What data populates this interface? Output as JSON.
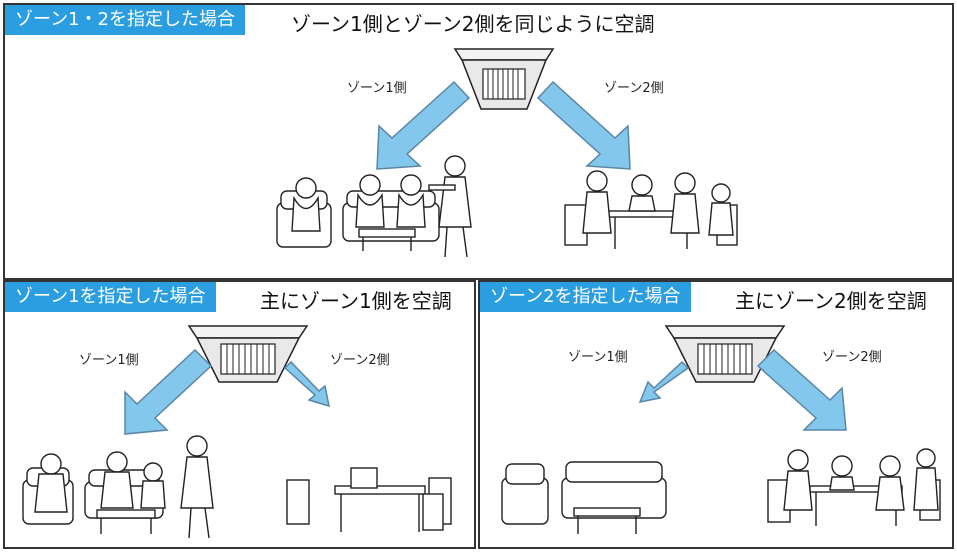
{
  "colors": {
    "accent": "#2a9ee0",
    "arrow": "#84c7ec",
    "arrow_stroke": "#5a86a5",
    "border": "#333333"
  },
  "icons": {
    "unit": "ceiling-ac-unit-icon",
    "arrow": "airflow-arrow-icon"
  },
  "panels": [
    {
      "tag": "ゾーン1・2を指定した場合",
      "title": "ゾーン1側とゾーン2側を同じように空調",
      "left_label": "ゾーン1側",
      "right_label": "ゾーン2側",
      "left_scene": "occupied",
      "right_scene": "occupied",
      "airflow": {
        "zone1": "strong",
        "zone2": "strong"
      }
    },
    {
      "tag": "ゾーン1を指定した場合",
      "title": "主にゾーン1側を空調",
      "left_label": "ゾーン1側",
      "right_label": "ゾーン2側",
      "left_scene": "occupied",
      "right_scene": "empty",
      "airflow": {
        "zone1": "strong",
        "zone2": "weak"
      }
    },
    {
      "tag": "ゾーン2を指定した場合",
      "title": "主にゾーン2側を空調",
      "left_label": "ゾーン1側",
      "right_label": "ゾーン2側",
      "left_scene": "empty",
      "right_scene": "occupied",
      "airflow": {
        "zone1": "weak",
        "zone2": "strong"
      }
    }
  ]
}
